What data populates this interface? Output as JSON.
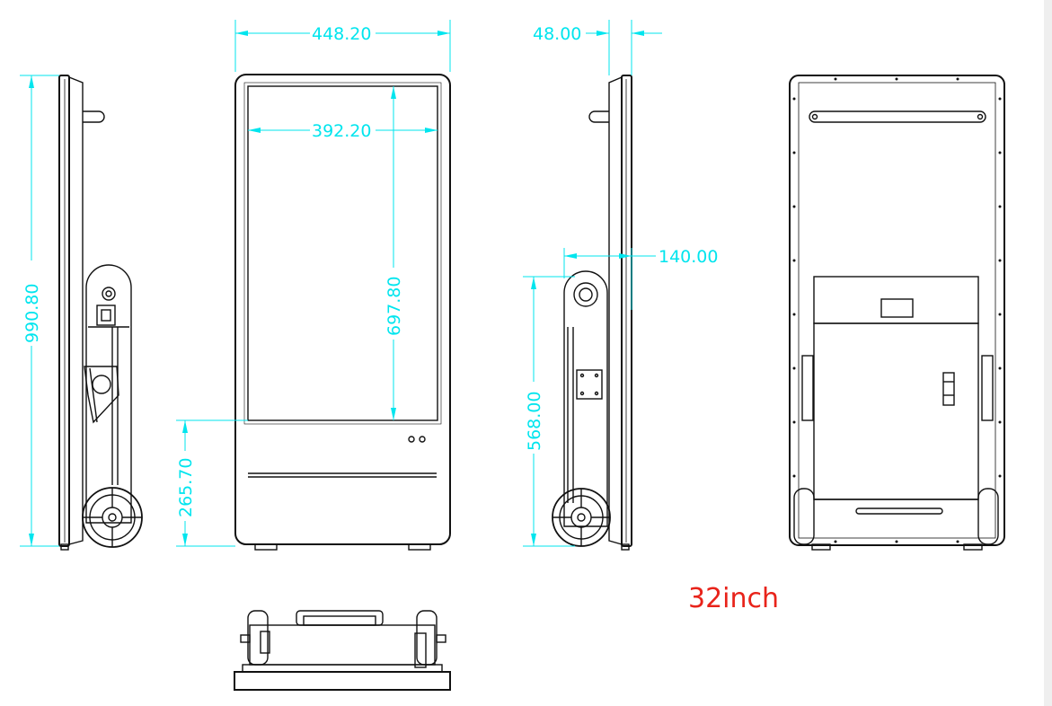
{
  "colors": {
    "dimension": "#00e5ee",
    "outline": "#111111",
    "label_red": "#e8231a"
  },
  "dimensions": {
    "overall_width": "448.20",
    "screen_width": "392.20",
    "depth": "48.00",
    "overall_height": "990.80",
    "screen_height": "697.80",
    "bottom_height": "265.70",
    "handle_depth": "140.00",
    "handle_height": "568.00"
  },
  "model_label": "32inch",
  "views": {
    "side_left": "side-view-left",
    "front": "front-view",
    "side_right": "side-view-right",
    "back": "back-view",
    "top": "top-view"
  }
}
